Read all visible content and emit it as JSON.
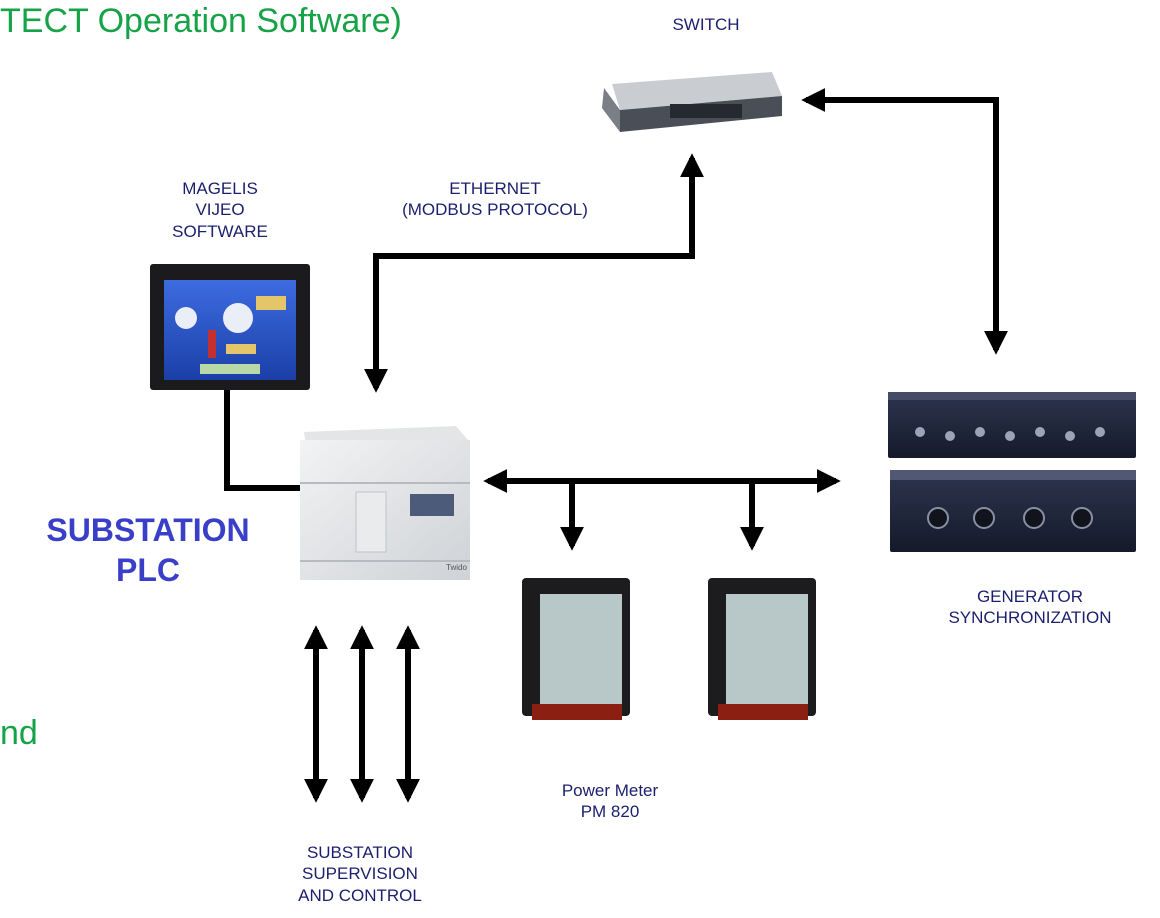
{
  "header": {
    "title_fragment": "TECT Operation Software)"
  },
  "side_fragment": "nd",
  "labels": {
    "switch": "SWITCH",
    "magelis": [
      "MAGELIS",
      "VIJEO",
      "SOFTWARE"
    ],
    "ethernet": [
      "ETHERNET",
      "(MODBUS PROTOCOL)"
    ],
    "plc": [
      "SUBSTATION",
      "PLC"
    ],
    "generator": [
      "GENERATOR",
      "SYNCHRONIZATION"
    ],
    "power_meter": [
      "Power Meter",
      "PM 820"
    ],
    "supervision": [
      "SUBSTATION",
      "SUPERVISION",
      "AND CONTROL"
    ]
  },
  "device_text": {
    "plc_brand": "Twido"
  },
  "colors": {
    "label_navy": "#1b1f6e",
    "title_green": "#16a347",
    "plc_blue": "#3a3fc8",
    "arrow": "#000000"
  }
}
